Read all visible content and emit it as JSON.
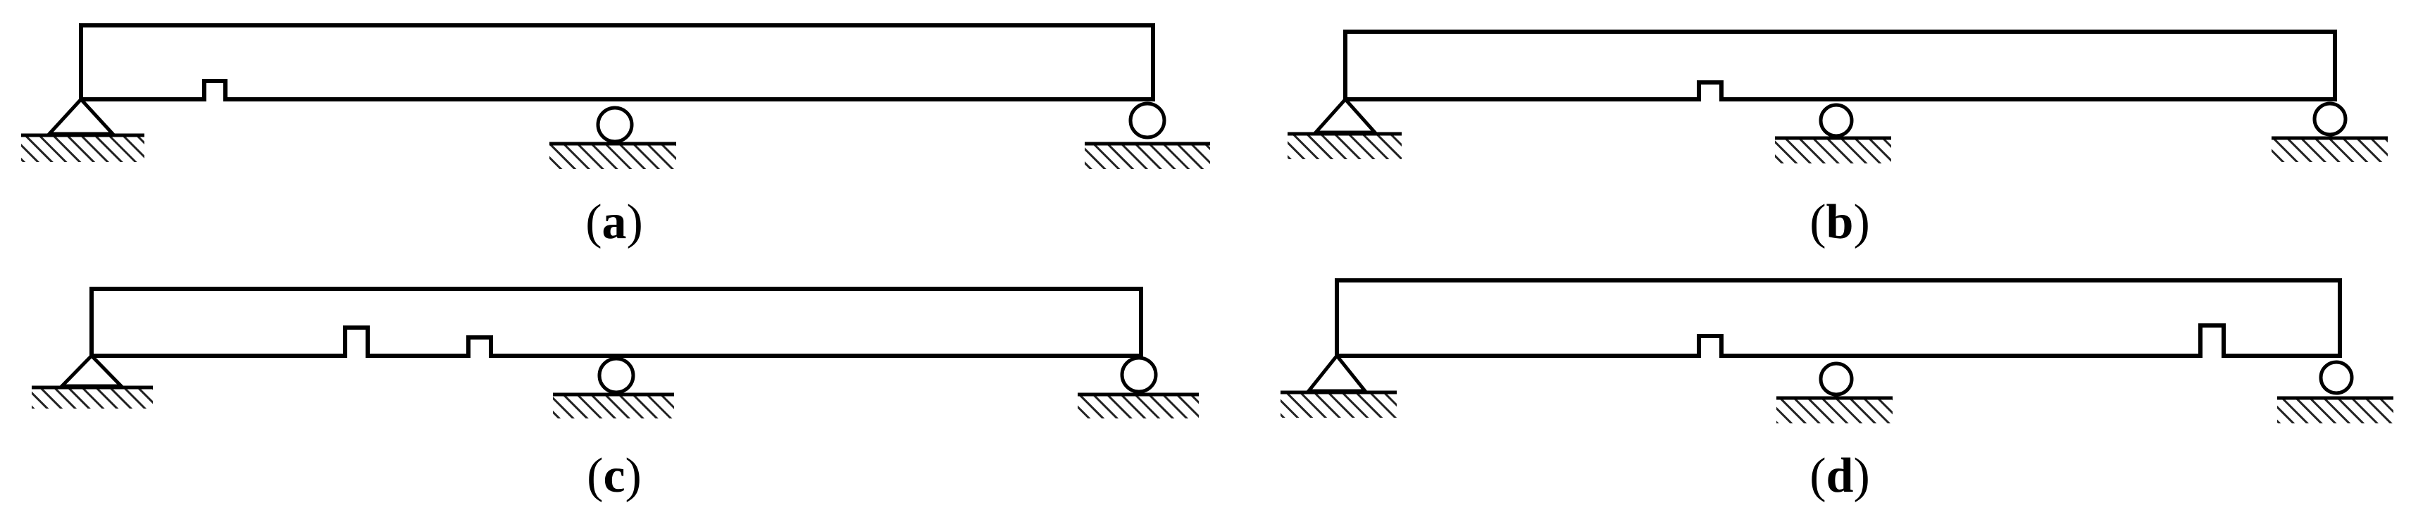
{
  "panels": [
    {
      "key": "a",
      "caption": {
        "open": "(",
        "letter": "a",
        "close": ")"
      },
      "cracks": 1,
      "supports": [
        "pin-support",
        "roller-support",
        "roller-support"
      ]
    },
    {
      "key": "b",
      "caption": {
        "open": "(",
        "letter": "b",
        "close": ")"
      },
      "cracks": 1,
      "supports": [
        "pin-support",
        "roller-support",
        "roller-support"
      ]
    },
    {
      "key": "c",
      "caption": {
        "open": "(",
        "letter": "c",
        "close": ")"
      },
      "cracks": 2,
      "supports": [
        "pin-support",
        "roller-support",
        "roller-support"
      ]
    },
    {
      "key": "d",
      "caption": {
        "open": "(",
        "letter": "d",
        "close": ")"
      },
      "cracks": 2,
      "supports": [
        "pin-support",
        "roller-support",
        "roller-support"
      ]
    }
  ],
  "colors": {
    "line": "#000000",
    "hatch": "#222222",
    "background": "#ffffff"
  }
}
